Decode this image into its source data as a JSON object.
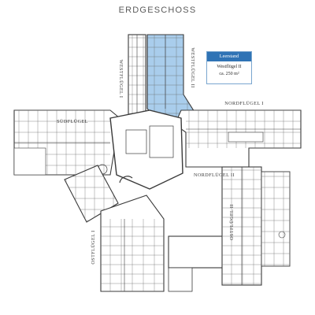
{
  "floor_title": "ERDGESCHOSS",
  "wings": {
    "westfluegel_1": "WESTFLÜGEL I",
    "westfluegel_2": "WESTFLÜGEL II",
    "nordfluegel_1": "NORDFLÜGEL I",
    "nordfluegel_2": "NORDFLÜGEL II",
    "suedfluegel": "SÜDFLÜGEL",
    "ostfluegel_1": "OSTFLÜGEL I",
    "ostfluegel_2": "OSTFLÜGEL II"
  },
  "vacancy": {
    "status": "Leerstand",
    "wing": "Westflügel II",
    "area": "ca. 250 m²"
  },
  "colors": {
    "wall": "#3a3a3a",
    "highlight_fill": "#a9cdec",
    "vacancy_header": "#2f73b5"
  }
}
